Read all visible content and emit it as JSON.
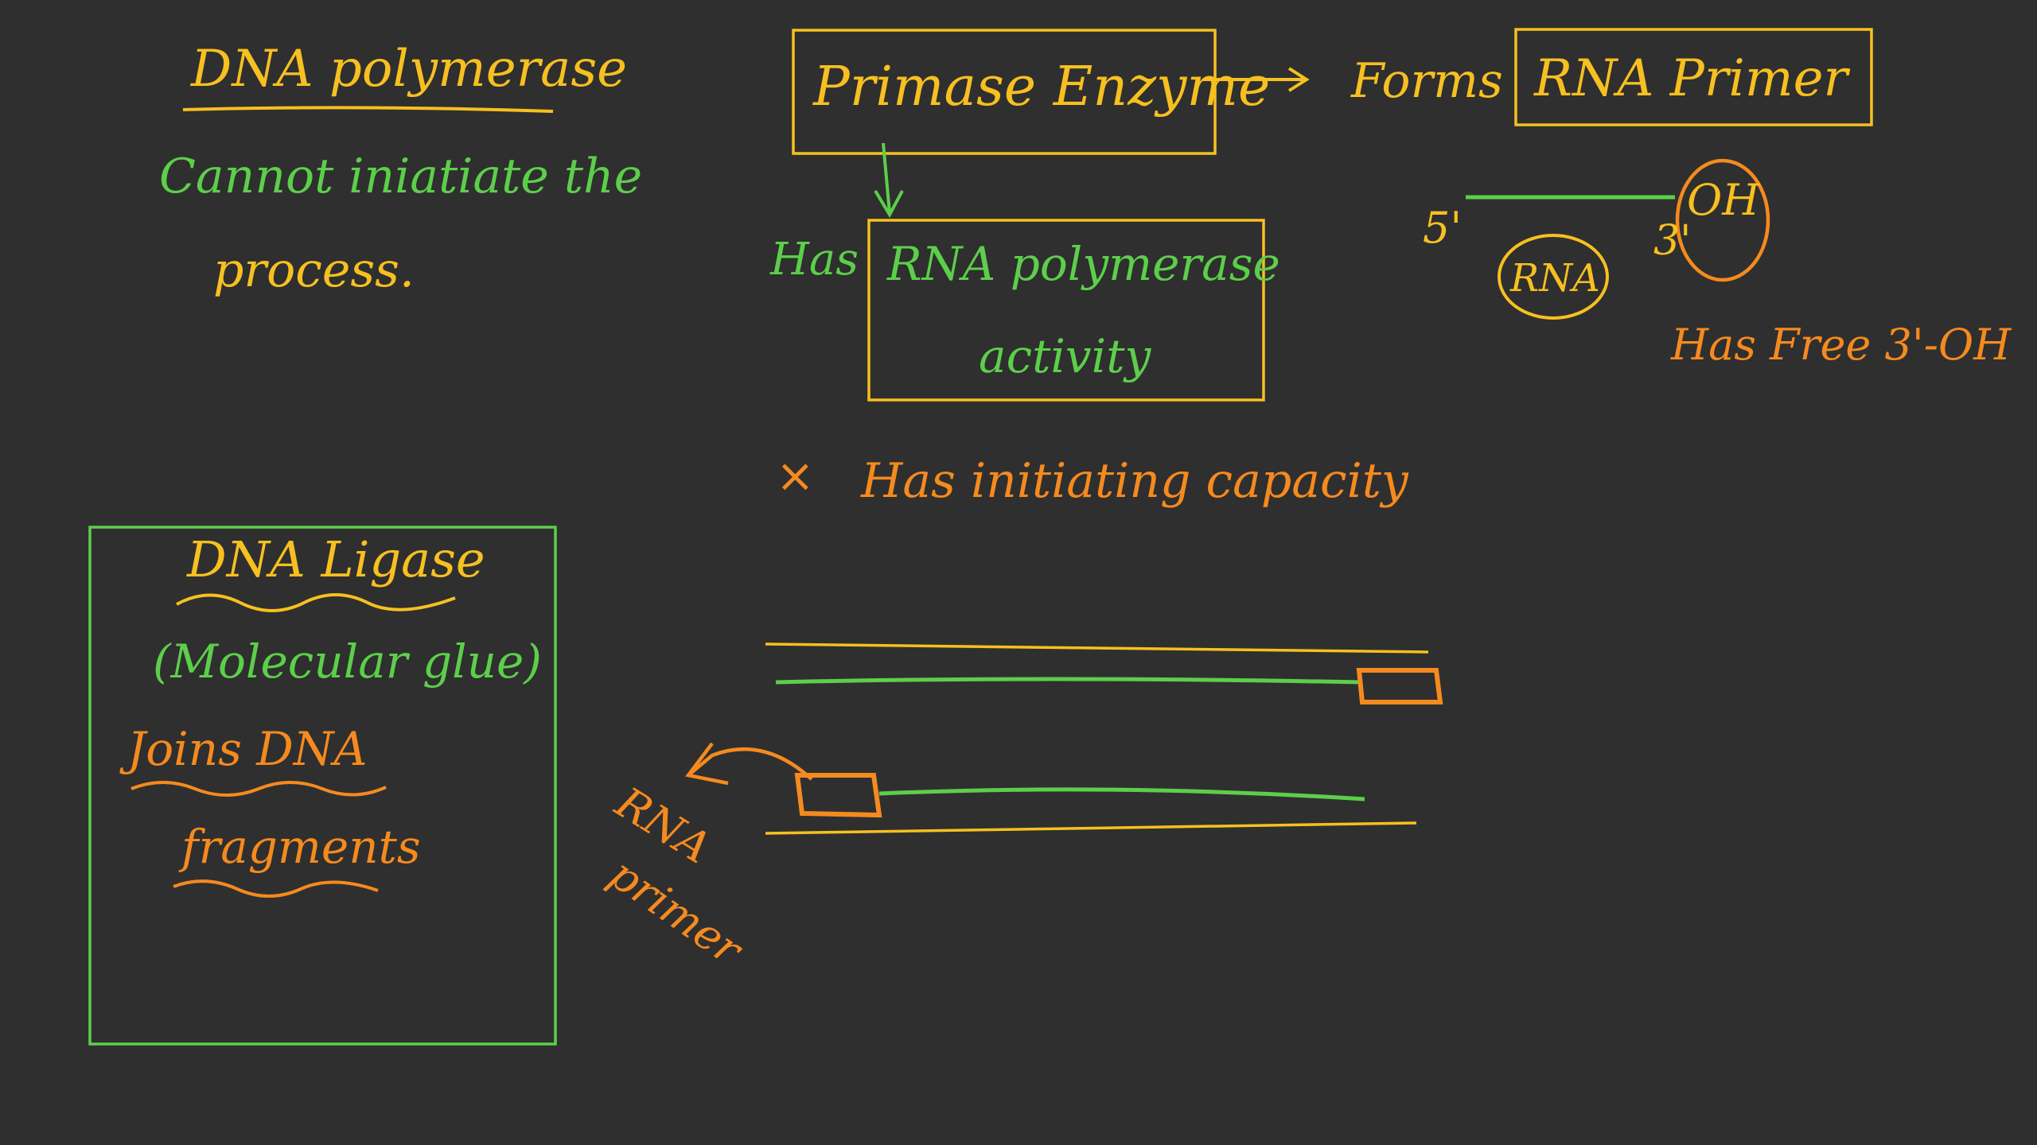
{
  "colors": {
    "background": "#2f2f2f",
    "yellow": "#f7c020",
    "green": "#5ccf4a",
    "orange": "#f58a1f"
  },
  "dna_polymerase": {
    "title": "DNA polymerase",
    "line1": "Cannot iniatiate the",
    "line2": "process."
  },
  "primase": {
    "title": "Primase Enzyme",
    "forms": "Forms",
    "product": "RNA Primer",
    "has": "Has",
    "activity_line1": "RNA polymerase",
    "activity_line2": "activity",
    "initiating_marker": "×",
    "initiating": "Has initiating capacity"
  },
  "primer_diagram": {
    "five_prime": "5'",
    "three_prime": "3'",
    "oh": "OH",
    "rna_label": "RNA",
    "free_end": "Has Free 3'-OH"
  },
  "ligase": {
    "title": "DNA Ligase",
    "subtitle": "(Molecular glue)",
    "line1": "Joins DNA",
    "line2": "fragments"
  },
  "replication": {
    "primer_label_line1": "RNA",
    "primer_label_line2": "primer"
  }
}
